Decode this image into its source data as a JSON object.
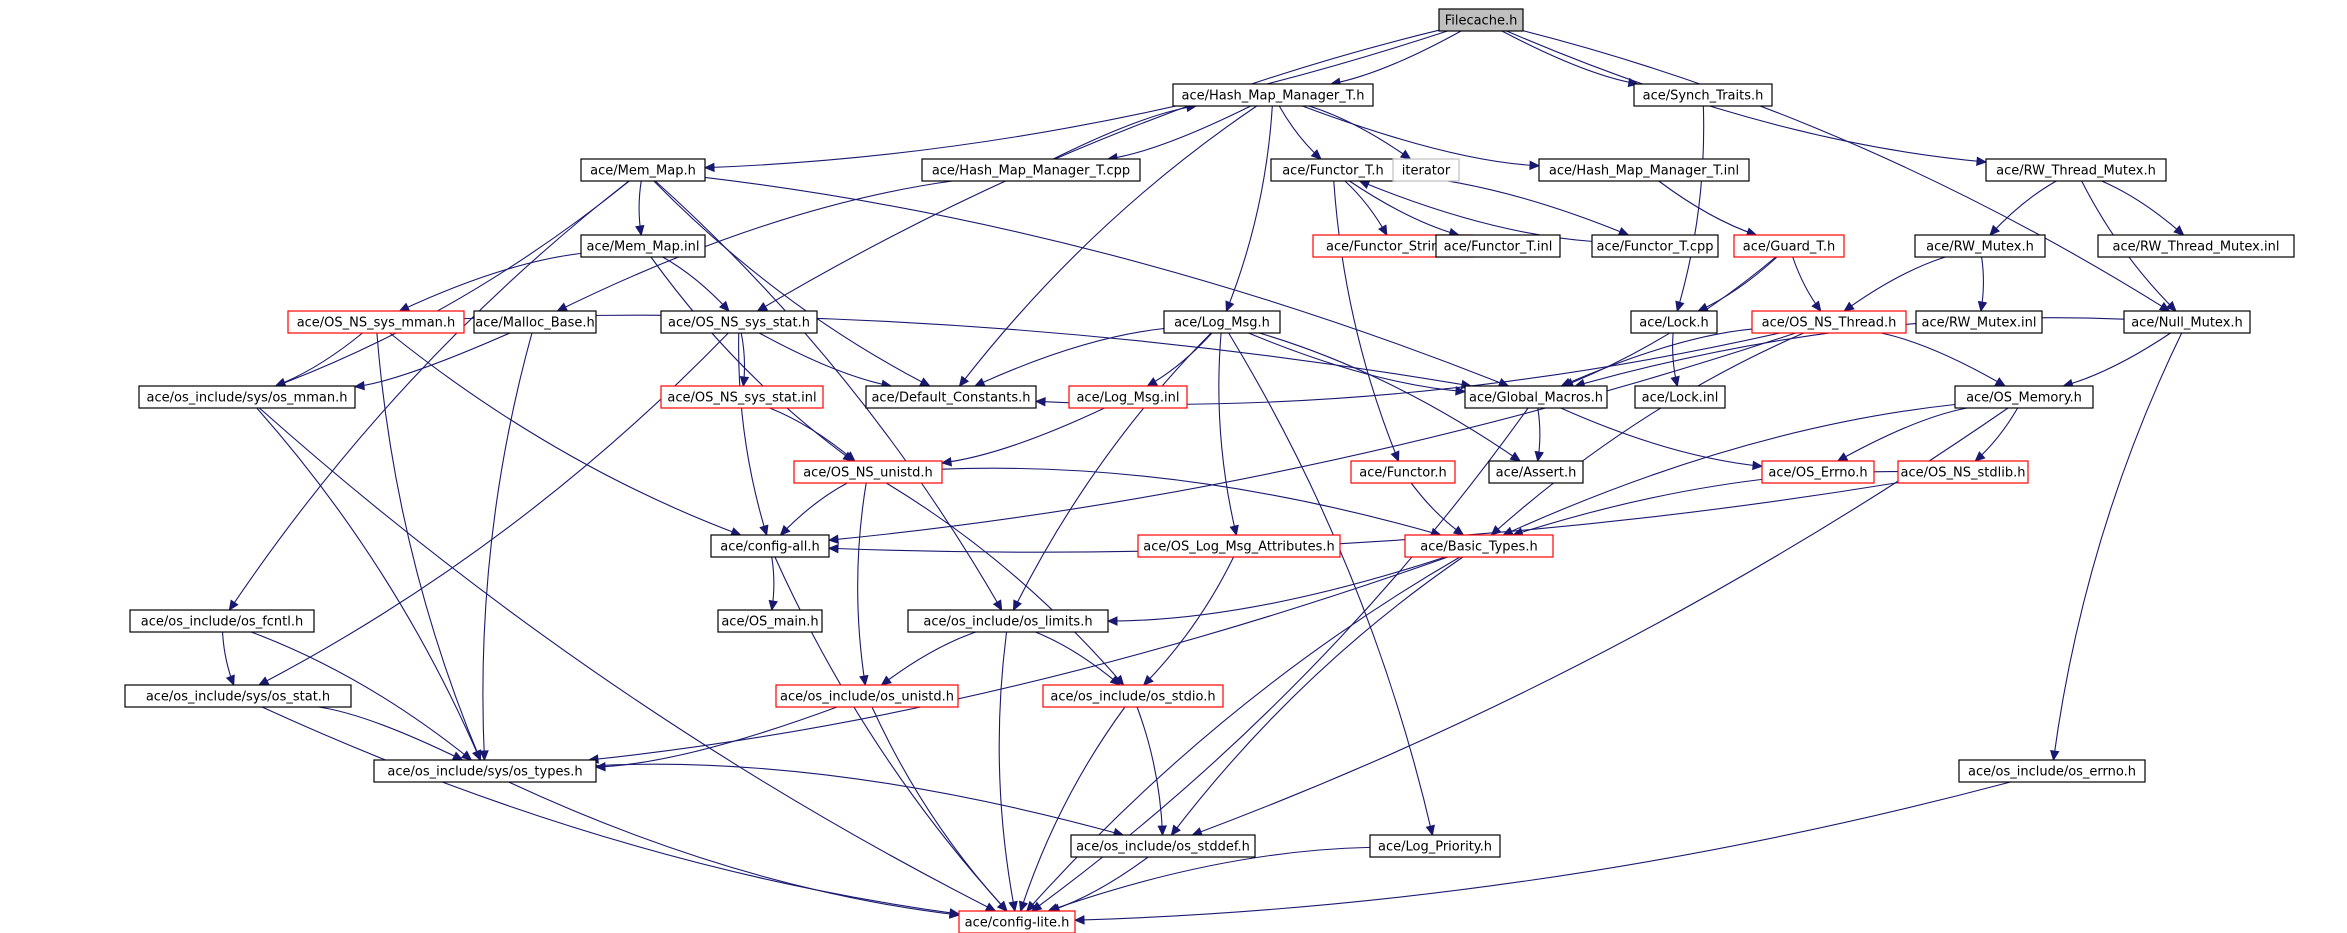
{
  "colors": {
    "edge": "#191970",
    "border_default": "#000000",
    "border_missing": "#ff0000",
    "border_external": "#bfbfbf",
    "fill_root": "#bfbfbf",
    "fill_default": "#ffffff"
  },
  "nodes": [
    {
      "id": "filecache",
      "label": "Filecache.h",
      "kind": "root"
    },
    {
      "id": "hmm",
      "label": "ace/Hash_Map_Manager_T.h",
      "kind": "normal"
    },
    {
      "id": "synch_traits",
      "label": "ace/Synch_Traits.h",
      "kind": "normal"
    },
    {
      "id": "mem_map",
      "label": "ace/Mem_Map.h",
      "kind": "normal"
    },
    {
      "id": "hmm_cpp",
      "label": "ace/Hash_Map_Manager_T.cpp",
      "kind": "normal"
    },
    {
      "id": "functor_t",
      "label": "ace/Functor_T.h",
      "kind": "normal"
    },
    {
      "id": "iterator",
      "label": "iterator",
      "kind": "external"
    },
    {
      "id": "hmm_inl",
      "label": "ace/Hash_Map_Manager_T.inl",
      "kind": "normal"
    },
    {
      "id": "rw_thread_mutex",
      "label": "ace/RW_Thread_Mutex.h",
      "kind": "normal"
    },
    {
      "id": "mem_map_inl",
      "label": "ace/Mem_Map.inl",
      "kind": "normal"
    },
    {
      "id": "functor_string",
      "label": "ace/Functor_String.h",
      "kind": "missing"
    },
    {
      "id": "functor_t_inl",
      "label": "ace/Functor_T.inl",
      "kind": "normal"
    },
    {
      "id": "functor_t_cpp",
      "label": "ace/Functor_T.cpp",
      "kind": "normal"
    },
    {
      "id": "guard_t",
      "label": "ace/Guard_T.h",
      "kind": "missing"
    },
    {
      "id": "rw_mutex",
      "label": "ace/RW_Mutex.h",
      "kind": "normal"
    },
    {
      "id": "rw_thread_mutex_inl",
      "label": "ace/RW_Thread_Mutex.inl",
      "kind": "normal"
    },
    {
      "id": "os_ns_sys_mman",
      "label": "ace/OS_NS_sys_mman.h",
      "kind": "missing"
    },
    {
      "id": "malloc_base",
      "label": "ace/Malloc_Base.h",
      "kind": "normal"
    },
    {
      "id": "os_ns_sys_stat",
      "label": "ace/OS_NS_sys_stat.h",
      "kind": "normal"
    },
    {
      "id": "log_msg",
      "label": "ace/Log_Msg.h",
      "kind": "normal"
    },
    {
      "id": "lock",
      "label": "ace/Lock.h",
      "kind": "normal"
    },
    {
      "id": "os_ns_thread",
      "label": "ace/OS_NS_Thread.h",
      "kind": "missing"
    },
    {
      "id": "rw_mutex_inl",
      "label": "ace/RW_Mutex.inl",
      "kind": "normal"
    },
    {
      "id": "null_mutex",
      "label": "ace/Null_Mutex.h",
      "kind": "normal"
    },
    {
      "id": "sys_os_mman",
      "label": "ace/os_include/sys/os_mman.h",
      "kind": "normal"
    },
    {
      "id": "os_ns_sys_stat_inl",
      "label": "ace/OS_NS_sys_stat.inl",
      "kind": "missing"
    },
    {
      "id": "default_constants",
      "label": "ace/Default_Constants.h",
      "kind": "normal"
    },
    {
      "id": "log_msg_inl",
      "label": "ace/Log_Msg.inl",
      "kind": "missing"
    },
    {
      "id": "global_macros",
      "label": "ace/Global_Macros.h",
      "kind": "normal"
    },
    {
      "id": "lock_inl",
      "label": "ace/Lock.inl",
      "kind": "normal"
    },
    {
      "id": "os_memory",
      "label": "ace/OS_Memory.h",
      "kind": "normal"
    },
    {
      "id": "os_ns_unistd",
      "label": "ace/OS_NS_unistd.h",
      "kind": "missing"
    },
    {
      "id": "functor_h",
      "label": "ace/Functor.h",
      "kind": "missing"
    },
    {
      "id": "assert_h",
      "label": "ace/Assert.h",
      "kind": "normal"
    },
    {
      "id": "os_errno",
      "label": "ace/OS_Errno.h",
      "kind": "missing"
    },
    {
      "id": "os_ns_stdlib",
      "label": "ace/OS_NS_stdlib.h",
      "kind": "missing"
    },
    {
      "id": "config_all",
      "label": "ace/config-all.h",
      "kind": "normal"
    },
    {
      "id": "os_log_msg_attr",
      "label": "ace/OS_Log_Msg_Attributes.h",
      "kind": "missing"
    },
    {
      "id": "basic_types",
      "label": "ace/Basic_Types.h",
      "kind": "missing"
    },
    {
      "id": "os_fcntl",
      "label": "ace/os_include/os_fcntl.h",
      "kind": "normal"
    },
    {
      "id": "os_main",
      "label": "ace/OS_main.h",
      "kind": "normal"
    },
    {
      "id": "os_limits",
      "label": "ace/os_include/os_limits.h",
      "kind": "normal"
    },
    {
      "id": "sys_os_stat",
      "label": "ace/os_include/sys/os_stat.h",
      "kind": "normal"
    },
    {
      "id": "os_unistd",
      "label": "ace/os_include/os_unistd.h",
      "kind": "missing"
    },
    {
      "id": "os_stdio",
      "label": "ace/os_include/os_stdio.h",
      "kind": "missing"
    },
    {
      "id": "sys_os_types",
      "label": "ace/os_include/sys/os_types.h",
      "kind": "normal"
    },
    {
      "id": "os_errno_inc",
      "label": "ace/os_include/os_errno.h",
      "kind": "normal"
    },
    {
      "id": "os_stddef",
      "label": "ace/os_include/os_stddef.h",
      "kind": "normal"
    },
    {
      "id": "log_priority",
      "label": "ace/Log_Priority.h",
      "kind": "normal"
    },
    {
      "id": "config_lite",
      "label": "ace/config-lite.h",
      "kind": "missing"
    }
  ],
  "edges": [
    [
      "filecache",
      "hmm"
    ],
    [
      "filecache",
      "synch_traits"
    ],
    [
      "filecache",
      "mem_map"
    ],
    [
      "filecache",
      "rw_thread_mutex"
    ],
    [
      "filecache",
      "null_mutex"
    ],
    [
      "filecache",
      "os_ns_sys_stat"
    ],
    [
      "hmm",
      "hmm_cpp"
    ],
    [
      "hmm",
      "functor_t"
    ],
    [
      "hmm",
      "iterator"
    ],
    [
      "hmm",
      "hmm_inl"
    ],
    [
      "hmm",
      "log_msg"
    ],
    [
      "hmm",
      "default_constants"
    ],
    [
      "hmm_cpp",
      "hmm"
    ],
    [
      "hmm_cpp",
      "malloc_base"
    ],
    [
      "synch_traits",
      "lock"
    ],
    [
      "mem_map",
      "mem_map_inl"
    ],
    [
      "mem_map",
      "sys_os_mman"
    ],
    [
      "mem_map",
      "default_constants"
    ],
    [
      "mem_map",
      "global_macros"
    ],
    [
      "mem_map",
      "os_fcntl"
    ],
    [
      "mem_map",
      "os_limits"
    ],
    [
      "mem_map_inl",
      "os_ns_sys_mman"
    ],
    [
      "mem_map_inl",
      "os_ns_sys_stat"
    ],
    [
      "mem_map_inl",
      "os_ns_unistd"
    ],
    [
      "functor_t",
      "functor_string"
    ],
    [
      "functor_t",
      "functor_t_inl"
    ],
    [
      "functor_t",
      "functor_t_cpp"
    ],
    [
      "functor_t",
      "functor_h"
    ],
    [
      "functor_t_cpp",
      "functor_t"
    ],
    [
      "hmm_inl",
      "guard_t"
    ],
    [
      "guard_t",
      "lock"
    ],
    [
      "guard_t",
      "os_ns_thread"
    ],
    [
      "guard_t",
      "global_macros"
    ],
    [
      "rw_thread_mutex",
      "rw_mutex"
    ],
    [
      "rw_thread_mutex",
      "rw_thread_mutex_inl"
    ],
    [
      "rw_thread_mutex",
      "null_mutex"
    ],
    [
      "rw_mutex",
      "rw_mutex_inl"
    ],
    [
      "rw_mutex",
      "os_ns_thread"
    ],
    [
      "os_ns_sys_mman",
      "sys_os_mman"
    ],
    [
      "os_ns_sys_mman",
      "sys_os_types"
    ],
    [
      "os_ns_sys_mman",
      "global_macros"
    ],
    [
      "os_ns_sys_mman",
      "config_all"
    ],
    [
      "malloc_base",
      "sys_os_mman"
    ],
    [
      "malloc_base",
      "sys_os_types"
    ],
    [
      "os_ns_sys_stat",
      "os_ns_sys_stat_inl"
    ],
    [
      "os_ns_sys_stat",
      "default_constants"
    ],
    [
      "os_ns_sys_stat",
      "sys_os_stat"
    ],
    [
      "os_ns_sys_stat",
      "config_all"
    ],
    [
      "os_ns_sys_stat_inl",
      "os_ns_unistd"
    ],
    [
      "log_msg",
      "default_constants"
    ],
    [
      "log_msg",
      "log_msg_inl"
    ],
    [
      "log_msg",
      "global_macros"
    ],
    [
      "log_msg",
      "assert_h"
    ],
    [
      "log_msg",
      "os_log_msg_attr"
    ],
    [
      "log_msg",
      "log_priority"
    ],
    [
      "log_msg",
      "os_limits"
    ],
    [
      "log_msg_inl",
      "os_ns_unistd"
    ],
    [
      "lock",
      "lock_inl"
    ],
    [
      "os_ns_thread",
      "default_constants"
    ],
    [
      "os_ns_thread",
      "global_macros"
    ],
    [
      "os_ns_thread",
      "os_memory"
    ],
    [
      "os_ns_thread",
      "basic_types"
    ],
    [
      "os_ns_thread",
      "config_all"
    ],
    [
      "null_mutex",
      "global_macros"
    ],
    [
      "null_mutex",
      "os_memory"
    ],
    [
      "null_mutex",
      "os_errno_inc"
    ],
    [
      "global_macros",
      "assert_h"
    ],
    [
      "global_macros",
      "os_errno"
    ],
    [
      "global_macros",
      "config_lite"
    ],
    [
      "os_memory",
      "os_errno"
    ],
    [
      "os_memory",
      "os_ns_stdlib"
    ],
    [
      "os_memory",
      "basic_types"
    ],
    [
      "os_memory",
      "os_stddef"
    ],
    [
      "os_ns_stdlib",
      "basic_types"
    ],
    [
      "os_ns_stdlib",
      "config_all"
    ],
    [
      "os_ns_unistd",
      "config_all"
    ],
    [
      "os_ns_unistd",
      "basic_types"
    ],
    [
      "os_ns_unistd",
      "os_unistd"
    ],
    [
      "os_ns_unistd",
      "os_stdio"
    ],
    [
      "functor_h",
      "basic_types"
    ],
    [
      "config_all",
      "os_main"
    ],
    [
      "config_all",
      "config_lite"
    ],
    [
      "basic_types",
      "os_limits"
    ],
    [
      "basic_types",
      "os_stddef"
    ],
    [
      "basic_types",
      "sys_os_types"
    ],
    [
      "basic_types",
      "config_lite"
    ],
    [
      "os_log_msg_attr",
      "os_stdio"
    ],
    [
      "os_fcntl",
      "sys_os_stat"
    ],
    [
      "os_fcntl",
      "sys_os_types"
    ],
    [
      "os_limits",
      "os_unistd"
    ],
    [
      "os_limits",
      "os_stdio"
    ],
    [
      "os_limits",
      "config_lite"
    ],
    [
      "sys_os_stat",
      "sys_os_types"
    ],
    [
      "sys_os_stat",
      "config_lite"
    ],
    [
      "sys_os_mman",
      "sys_os_types"
    ],
    [
      "sys_os_mman",
      "config_lite"
    ],
    [
      "os_unistd",
      "sys_os_types"
    ],
    [
      "os_unistd",
      "config_lite"
    ],
    [
      "os_stdio",
      "os_stddef"
    ],
    [
      "os_stdio",
      "config_lite"
    ],
    [
      "sys_os_types",
      "os_stddef"
    ],
    [
      "sys_os_types",
      "config_lite"
    ],
    [
      "os_stddef",
      "config_lite"
    ],
    [
      "log_priority",
      "config_lite"
    ],
    [
      "os_errno_inc",
      "config_lite"
    ]
  ]
}
